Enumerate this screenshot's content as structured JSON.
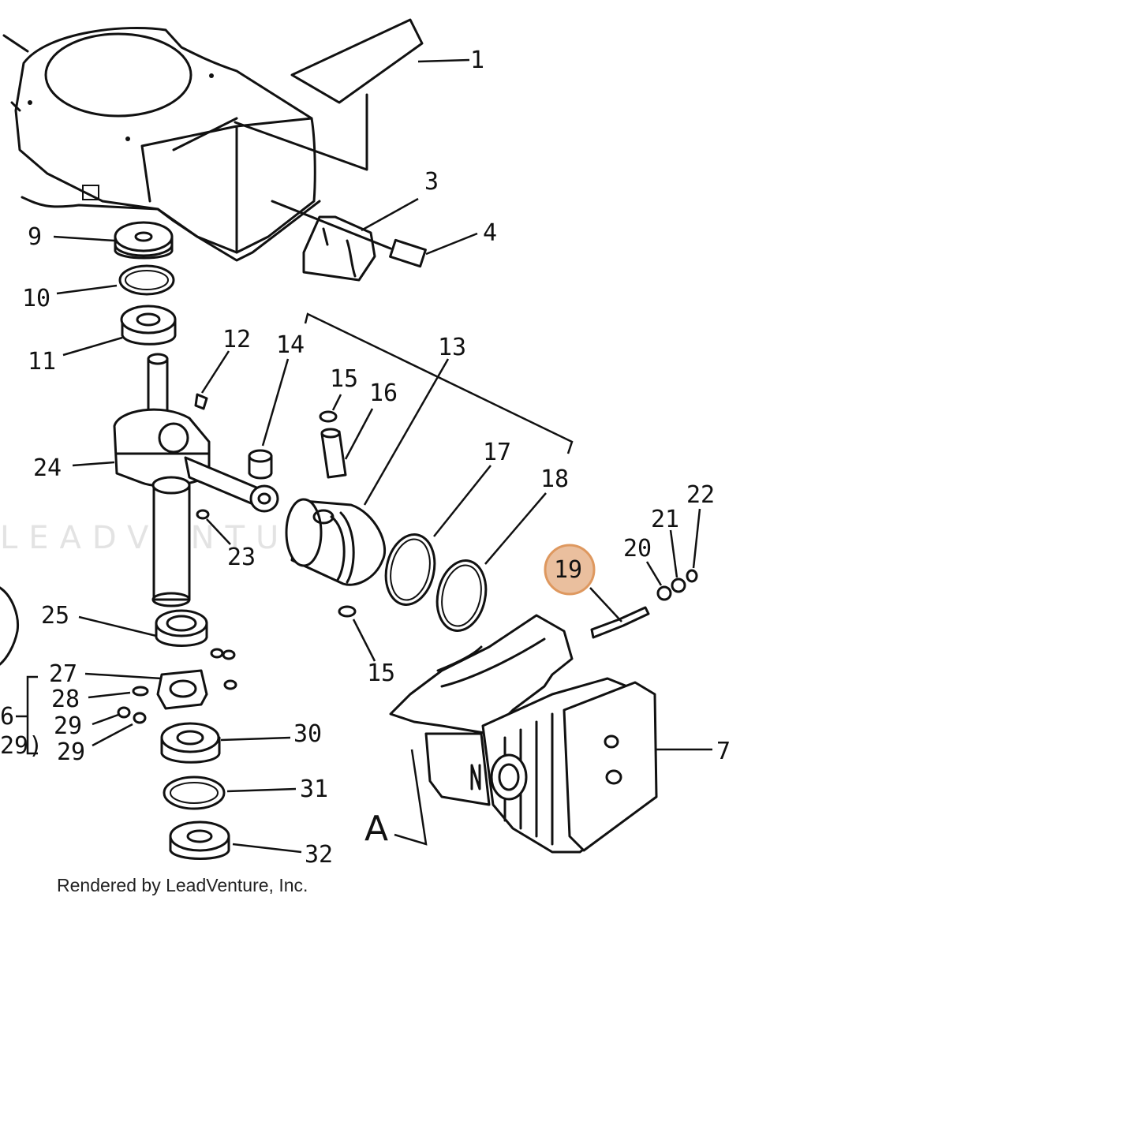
{
  "watermark": "LEADVENTURE",
  "credit": "Rendered by LeadVenture, Inc.",
  "highlight_color": "#e7a776",
  "callouts": {
    "c1": "1",
    "c3": "3",
    "c4": "4",
    "c7": "7",
    "c9": "9",
    "c10": "10",
    "c11": "11",
    "c12": "12",
    "c13": "13",
    "c14": "14",
    "c15a": "15",
    "c15b": "15",
    "c16": "16",
    "c17": "17",
    "c18": "18",
    "c19": "19",
    "c20": "20",
    "c21": "21",
    "c22": "22",
    "c23": "23",
    "c24": "24",
    "c25": "25",
    "c26": "6",
    "c27": "27",
    "c28": "28",
    "c29a": "29",
    "c29b": "29",
    "c29c": "29)",
    "c30": "30",
    "c31": "31",
    "c32": "32",
    "cA": "A"
  },
  "highlighted_part": "19"
}
